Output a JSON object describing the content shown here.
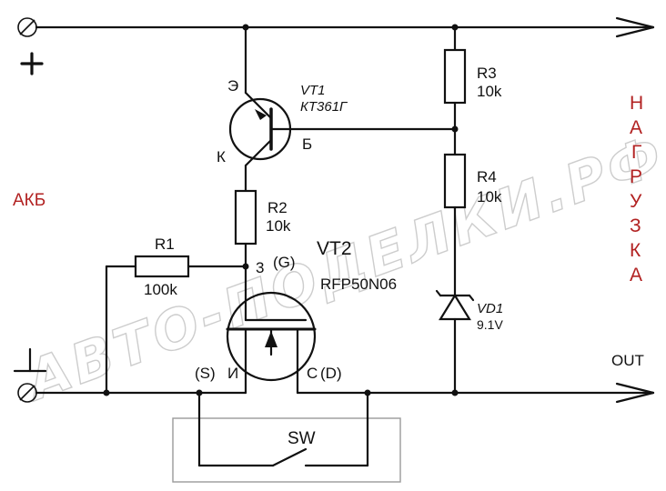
{
  "watermark": "АВТО-ПОДЕЛКИ.РФ",
  "battery": {
    "label": "АКБ",
    "plus_sign": "+"
  },
  "load": {
    "letters": [
      "Н",
      "А",
      "Г",
      "Р",
      "У",
      "З",
      "К",
      "А"
    ]
  },
  "output": {
    "label": "OUT"
  },
  "vt1": {
    "name": "VT1",
    "part": "КТ361Г",
    "emitter": "Э",
    "collector": "К",
    "base": "Б"
  },
  "vt2": {
    "name": "VT2",
    "part": "RFP50N06",
    "gate": "3",
    "gate_en": "(G)",
    "source_en": "(S)",
    "source": "И",
    "drain": "С",
    "drain_en": "(D)"
  },
  "resistors": [
    {
      "ref": "R1",
      "value": "100k"
    },
    {
      "ref": "R2",
      "value": "10k"
    },
    {
      "ref": "R3",
      "value": "10k"
    },
    {
      "ref": "R4",
      "value": "10k"
    }
  ],
  "zener": {
    "ref": "VD1",
    "value": "9.1V"
  },
  "switch": {
    "label": "SW"
  },
  "colors": {
    "wire": "#111111",
    "accent_red": "#b22222",
    "switch_box": "#9a9a9a"
  }
}
